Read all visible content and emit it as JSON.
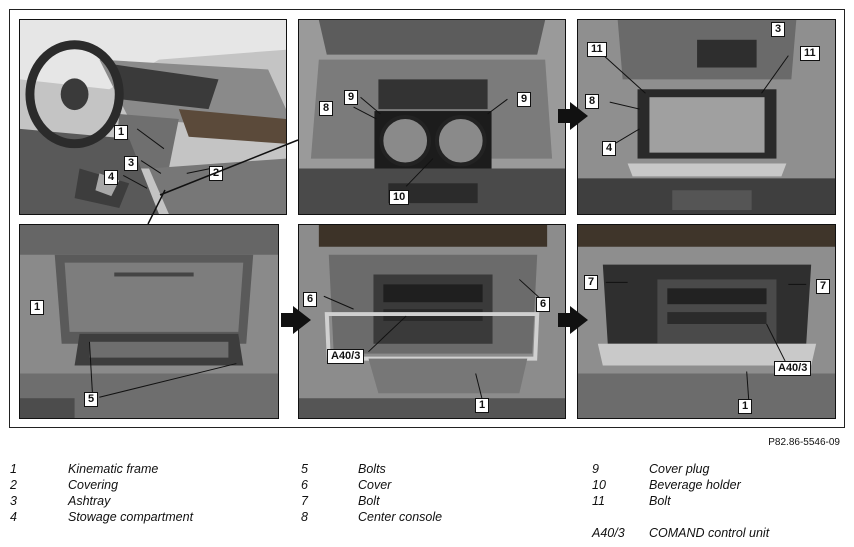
{
  "document_ref": "P82.86-5546-09",
  "callouts": {
    "p1": [
      "1",
      "2",
      "3",
      "4"
    ],
    "p2": [
      "8",
      "9",
      "9",
      "10"
    ],
    "p3": [
      "3",
      "11",
      "11",
      "8",
      "4"
    ],
    "p4": [
      "1",
      "5"
    ],
    "p5": [
      "6",
      "6",
      "A40/3",
      "1"
    ],
    "p6": [
      "7",
      "7",
      "A40/3",
      "1"
    ]
  },
  "legend": {
    "col1": [
      {
        "num": "1",
        "text": "Kinematic frame"
      },
      {
        "num": "2",
        "text": "Covering"
      },
      {
        "num": "3",
        "text": "Ashtray"
      },
      {
        "num": "4",
        "text": "Stowage compartment"
      }
    ],
    "col2": [
      {
        "num": "5",
        "text": "Bolts"
      },
      {
        "num": "6",
        "text": "Cover"
      },
      {
        "num": "7",
        "text": "Bolt"
      },
      {
        "num": "8",
        "text": "Center console"
      }
    ],
    "col3": [
      {
        "num": "9",
        "text": "Cover plug"
      },
      {
        "num": "10",
        "text": "Beverage holder"
      },
      {
        "num": "11",
        "text": "Bolt"
      },
      {
        "num": "",
        "text": ""
      },
      {
        "num": "A40/3",
        "text": "COMAND control unit"
      }
    ]
  }
}
